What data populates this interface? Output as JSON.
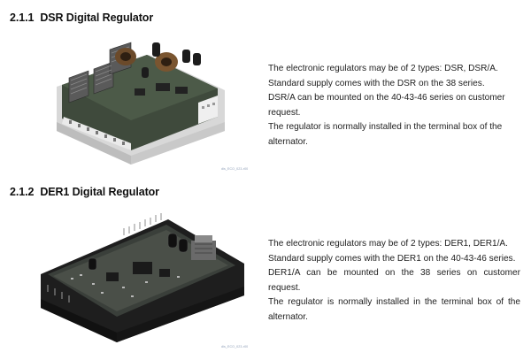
{
  "section1": {
    "number": "2.1.1",
    "title": "DSR Digital Regulator",
    "lines": [
      "The electronic regulators may be of 2 types: DSR, DSR/A.",
      "Standard supply comes with the DSR on the 38 series.",
      "DSR/A can be mounted on the 40-43-46 series on customer",
      "request.",
      "The regulator is normally installed in the terminal box of the",
      "alternator."
    ],
    "caption": "dis_ECO_023-r00"
  },
  "section2": {
    "number": "2.1.2",
    "title": "DER1 Digital Regulator",
    "lines": [
      "The electronic regulators may be of 2 types: DER1, DER1/A.",
      "Standard supply comes with the DER1 on the 40-43-46 series.",
      "DER1/A can be mounted on the 38 series on customer",
      "request.",
      "The regulator is normally installed in the terminal box of the",
      "alternator."
    ],
    "caption": "dis_ECO_023-r00"
  }
}
